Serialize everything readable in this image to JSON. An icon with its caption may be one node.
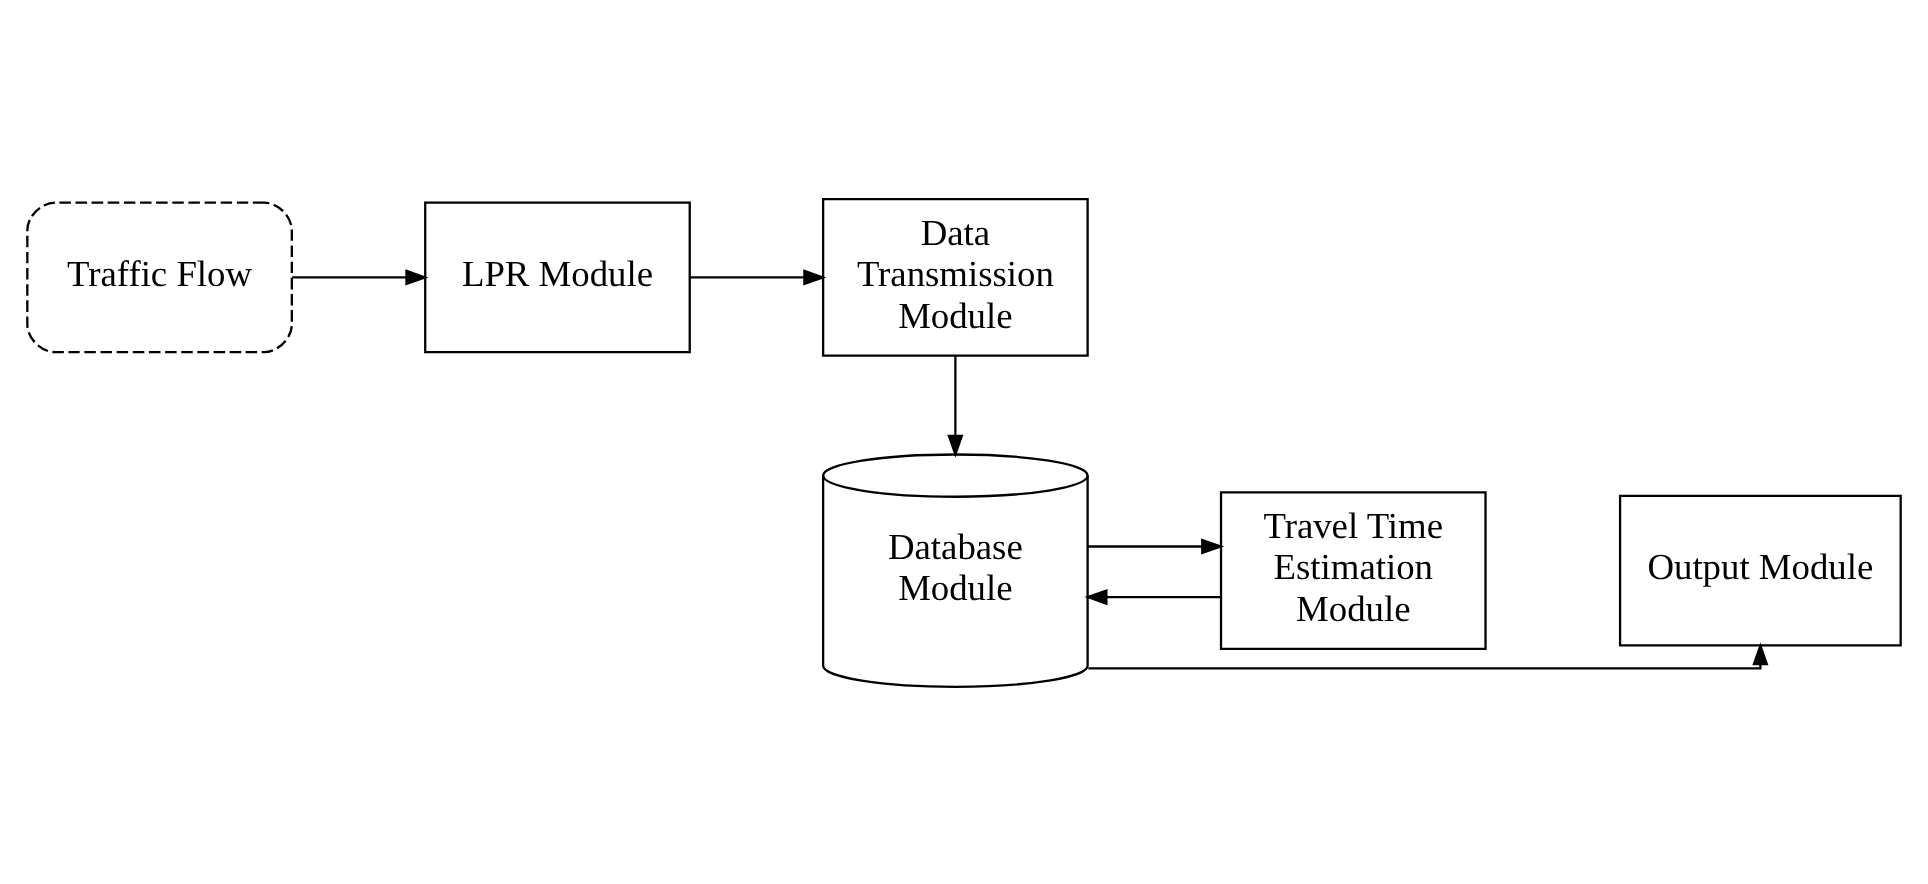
{
  "diagram": {
    "nodes": [
      {
        "text": [
          "Traffic Flow"
        ]
      },
      {
        "text": [
          "LPR Module"
        ]
      },
      {
        "text": [
          "Data Transmission Module"
        ]
      },
      {
        "text": [
          "Database Module"
        ]
      },
      {
        "text": [
          "Output Module"
        ]
      },
      {
        "text": [
          "Travel Time Estimation Module"
        ]
      }
    ],
    "edges": [
      {
        "from": 0,
        "to": 1,
        "arrow": "to"
      },
      {
        "from": 1,
        "to": 2,
        "arrow": "to"
      },
      {
        "from": 2,
        "to": 3,
        "arrow": "to"
      },
      {
        "from": 3,
        "to": 5,
        "arrow": "to"
      },
      {
        "from": 5,
        "to": 3,
        "arrow": "to"
      },
      {
        "from": 3,
        "to": 4,
        "arrow": "to"
      }
    ]
  }
}
